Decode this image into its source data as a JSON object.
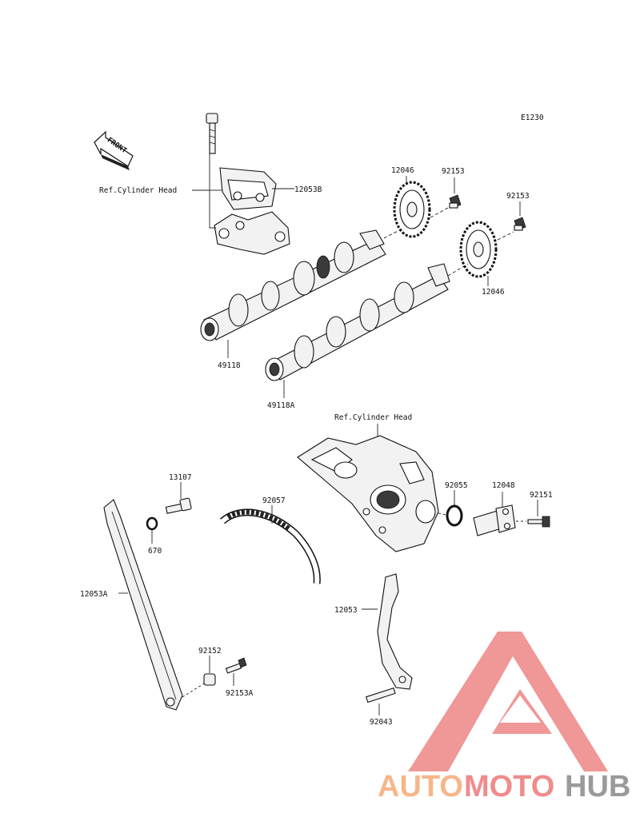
{
  "diagram_code": "E1230",
  "front_label": "FRONT",
  "labels": {
    "ref_head_top": "Ref.Cylinder Head",
    "ref_head_mid": "Ref.Cylinder Head",
    "p12053B": "12053B",
    "p12046_a": "12046",
    "p92153_a": "92153",
    "p92153_b": "92153",
    "p12046_b": "12046",
    "p49118": "49118",
    "p49118A": "49118A",
    "p13107": "13107",
    "p670": "670",
    "p92057": "92057",
    "p92055": "92055",
    "p12048": "12048",
    "p92151": "92151",
    "p12053A": "12053A",
    "p12053": "12053",
    "p92152": "92152",
    "p92153A": "92153A",
    "p92043": "92043"
  },
  "watermark": {
    "part1": "AUTO",
    "part2": "MOTO",
    "part3": "HUB",
    "color_orange": "#f6b68a",
    "color_red": "#ef8c8c",
    "color_gray": "#9a9a9a"
  }
}
